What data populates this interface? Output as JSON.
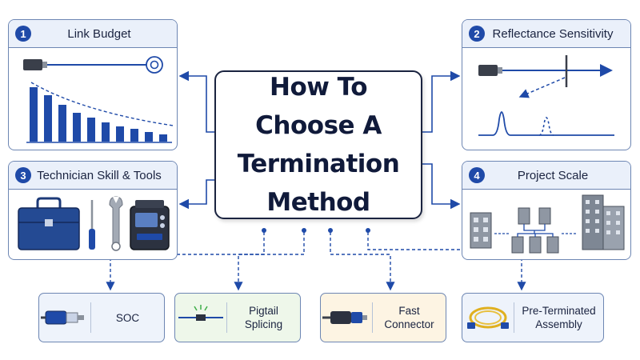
{
  "title": "How To Choose A Termination Method",
  "factors": [
    {
      "number": "1",
      "label": "Link Budget"
    },
    {
      "number": "2",
      "label": "Reflectance Sensitivity"
    },
    {
      "number": "3",
      "label": "Technician Skill & Tools"
    },
    {
      "number": "4",
      "label": "Project Scale"
    }
  ],
  "methods": [
    {
      "label": "SOC"
    },
    {
      "label": "Pigtail Splicing"
    },
    {
      "label": "Fast Connector"
    },
    {
      "label": "Pre-Terminated Assembly"
    }
  ],
  "colors": {
    "primary": "#1f4aa8",
    "card_header": "#eaf0fa",
    "card_border": "#6d86b3",
    "soc_bg": "#eef3fb",
    "pigtail_bg": "#eef7ea",
    "fast_bg": "#fdf4e3",
    "preterm_bg": "#eef3fb"
  }
}
